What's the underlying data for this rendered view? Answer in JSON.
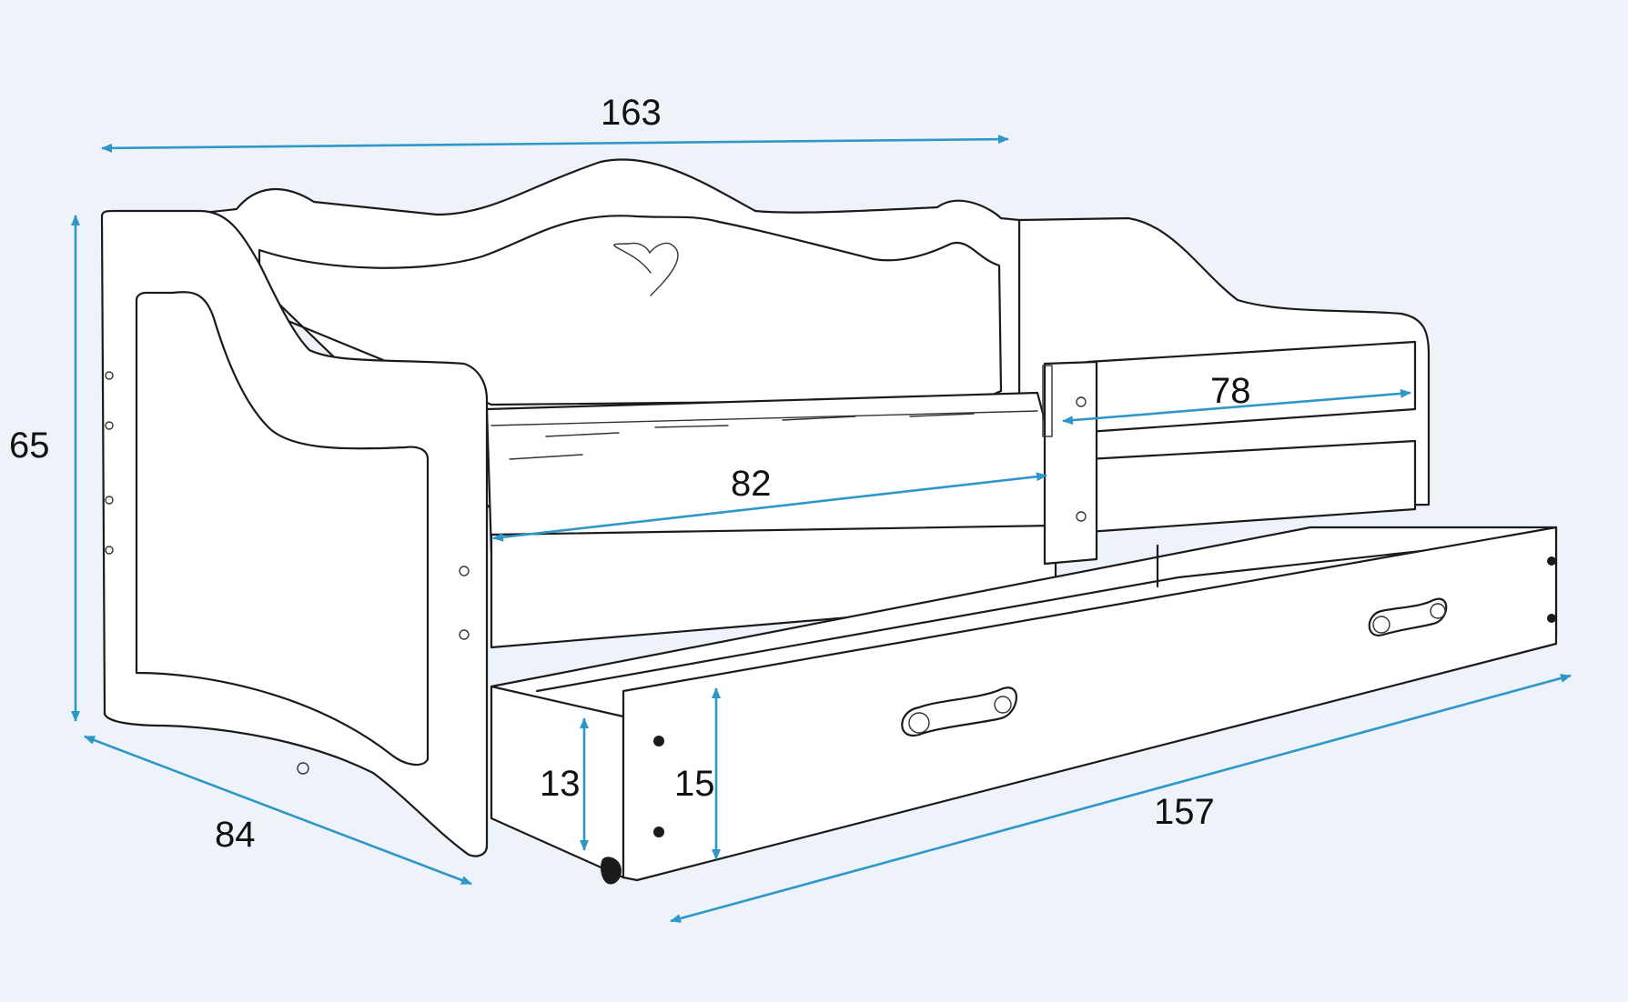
{
  "colors": {
    "background": "#eef3f9",
    "dimension_arrow": "#2e97c9",
    "outline": "#1b1b1b",
    "panel": "#ffffff"
  },
  "dimensions": {
    "overall_width": "163",
    "height": "65",
    "depth": "84",
    "mattress_length": "82",
    "guard_rail_length": "78",
    "drawer_length": "157",
    "drawer_inner_height": "13",
    "drawer_front_height": "15"
  }
}
